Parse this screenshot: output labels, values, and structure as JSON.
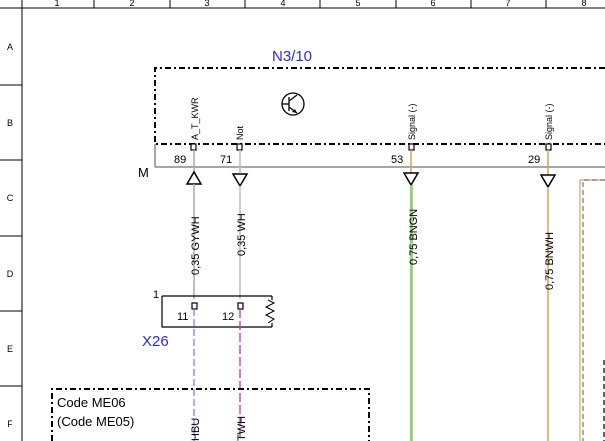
{
  "frame": {
    "columns": [
      "1",
      "2",
      "3",
      "4",
      "5",
      "6",
      "7",
      "8"
    ],
    "rows": [
      "A",
      "B",
      "C",
      "D",
      "E",
      "F"
    ]
  },
  "component": {
    "ref": "N3/10",
    "ground_label": "M",
    "pins": [
      {
        "num": "89",
        "signal": "A_T_KWR"
      },
      {
        "num": "71",
        "signal": "Not"
      },
      {
        "num": "53",
        "signal": "Signal (-)"
      },
      {
        "num": "29",
        "signal": "Signal (-)"
      }
    ]
  },
  "wires": [
    {
      "label": "0,35 GYWH",
      "color": "#a8a8a8"
    },
    {
      "label": "0,35 WH",
      "color": "#bdbdbd"
    },
    {
      "label": "0,75 BNGN",
      "color": "#3cc83c"
    },
    {
      "label": "0,75 BNWH",
      "color": "#d9a060"
    }
  ],
  "connector": {
    "ref": "X26",
    "index": "1",
    "pins": [
      "11",
      "12"
    ]
  },
  "lower_wires": [
    {
      "label": "HBU",
      "color": "#6b6bff"
    },
    {
      "label": "TWH",
      "color": "#c030c0"
    }
  ],
  "code_box": {
    "line1": "Code ME06",
    "line2": "(Code ME05)"
  }
}
